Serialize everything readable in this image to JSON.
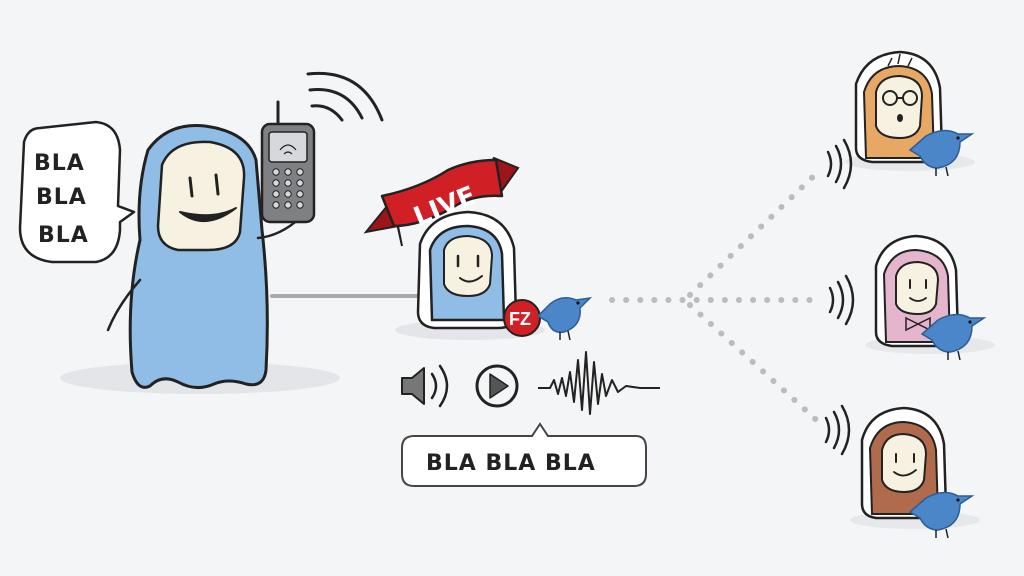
{
  "speech_bubble": {
    "lines": [
      "BLA",
      "BLA",
      "BLA"
    ]
  },
  "live_banner": {
    "label": "LIVE"
  },
  "fz_badge": {
    "label": "FZ"
  },
  "transcript_bubble": {
    "text": "BLA BLA BLA"
  },
  "icons": {
    "speaker": "speaker-icon",
    "play": "play-icon",
    "waveform": "waveform-icon",
    "phone": "mobile-phone-icon",
    "bird": "bird-icon"
  },
  "colors": {
    "blue_character": "#8fbde6",
    "face": "#f6f1e0",
    "live_red": "#d11f26",
    "bird_blue": "#4a86c8",
    "listener_orange": "#e7a865",
    "listener_pink": "#e4b5cd",
    "listener_brown": "#b06b4c",
    "dots_gray": "#b9bcc1",
    "line_gray": "#a7aaae"
  }
}
